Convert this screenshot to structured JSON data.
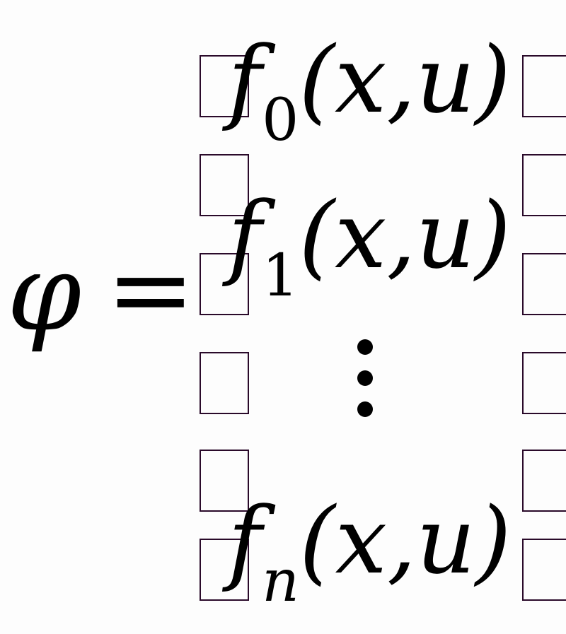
{
  "equation": {
    "lhs": "φ",
    "equals": "=",
    "rows": [
      {
        "func": "f",
        "sub": "0",
        "args": "(x,u)"
      },
      {
        "func": "f",
        "sub": "1",
        "args": "(x,u)"
      },
      {
        "func": "f",
        "sub": "n",
        "args": "(x,u)"
      }
    ],
    "ellipsis": "vertical-dots"
  },
  "colors": {
    "text": "#000000",
    "placeholder_box_border": "#2a0a2a",
    "background": "#fdfdfd"
  }
}
